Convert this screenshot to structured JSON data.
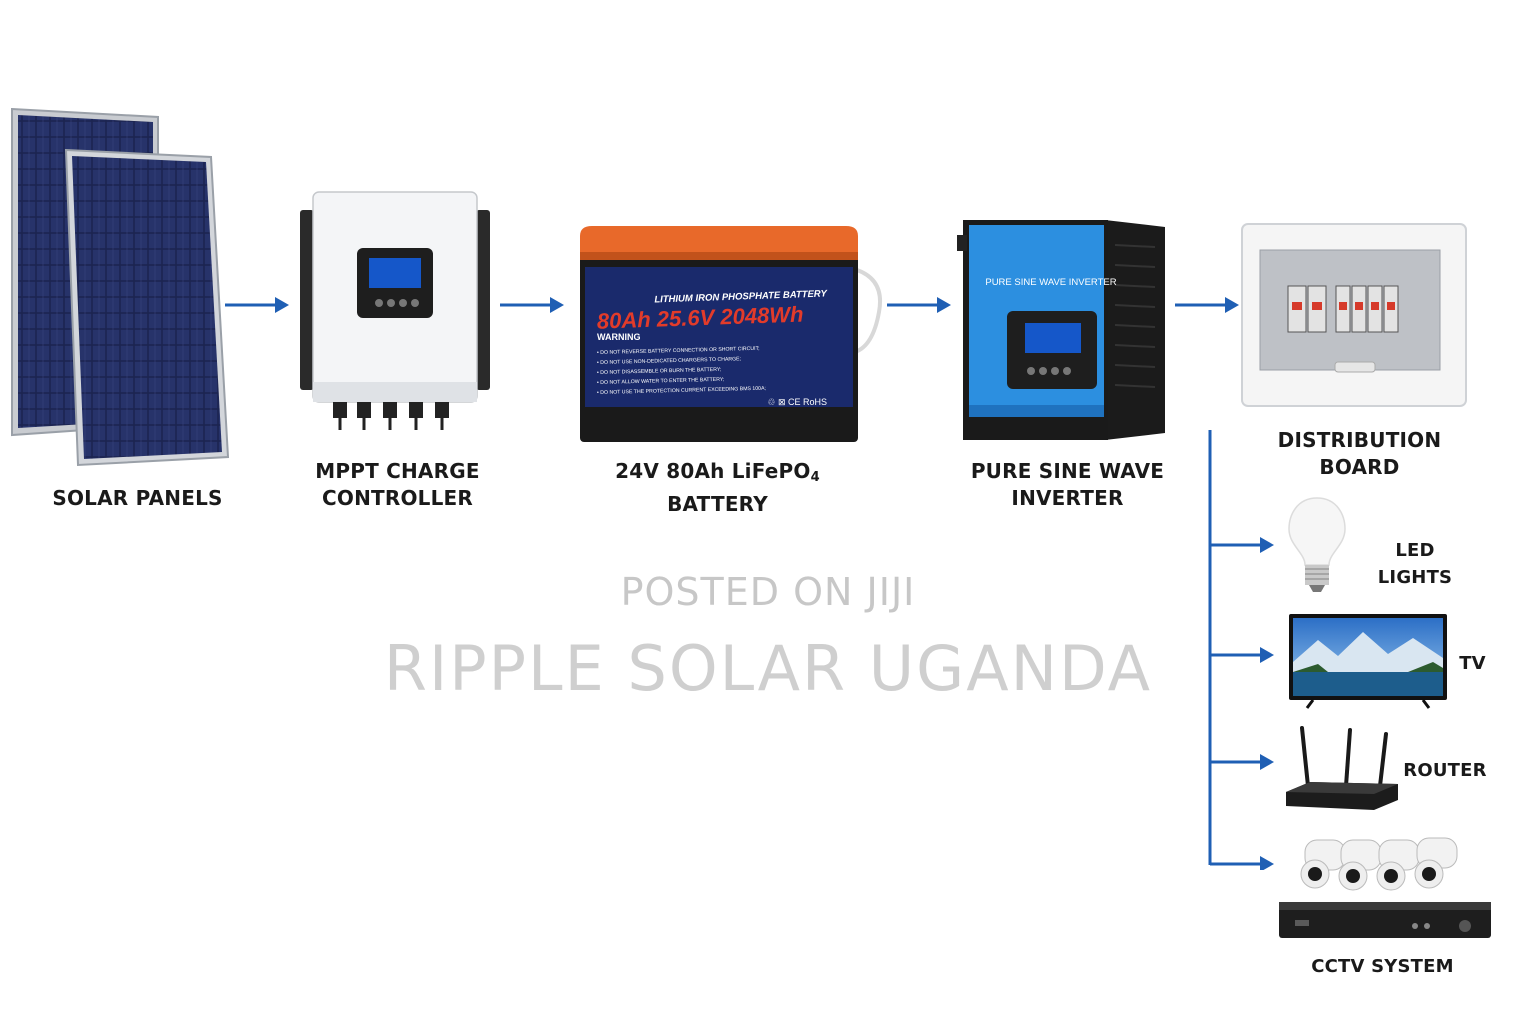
{
  "components": {
    "solar_panels": {
      "label": "SOLAR PANELS"
    },
    "charge_controller": {
      "label_line1": "MPPT CHARGE",
      "label_line2": "CONTROLLER"
    },
    "battery": {
      "label_line1_prefix": "24V 80Ah LiFePO",
      "label_line1_subscript": "4",
      "label_line2": "BATTERY",
      "brand_text": "LITHIUM IRON PHOSPHATE BATTERY",
      "spec_text": "80Ah 25.6V 2048Wh",
      "warning_title": "WARNING",
      "warning_lines": [
        "• DO NOT REVERSE BATTERY CONNECTION OR SHORT CIRCUIT;",
        "• DO NOT USE NON-DEDICATED CHARGERS TO CHARGE;",
        "• DO NOT DISASSEMBLE OR BURN THE BATTERY;",
        "• DO NOT ALLOW WATER TO ENTER THE BATTERY;",
        "• DO NOT USE THE PROTECTION CURRENT EXCEEDING BMS 100A;"
      ],
      "cert_text": "♲ ⊠ CE RoHS"
    },
    "inverter": {
      "label_line1": "PURE SINE WAVE",
      "label_line2": "INVERTER",
      "panel_text": "PURE SINE WAVE INVERTER"
    },
    "distribution_board": {
      "label_line1": "DISTRIBUTION",
      "label_line2": "BOARD"
    }
  },
  "loads": [
    {
      "label": "LED LIGHTS"
    },
    {
      "label": "TV"
    },
    {
      "label": "ROUTER"
    },
    {
      "label": "CCTV SYSTEM"
    }
  ],
  "watermark": {
    "line1": "POSTED ON JIJI",
    "line2": "RIPPLE SOLAR UGANDA"
  },
  "colors": {
    "arrow": "#1f5fb4",
    "battery_top": "#e8692a",
    "battery_body": "#1a2a6c",
    "inverter_blue": "#2c8fe0",
    "panel_cell": "#1c2450"
  }
}
